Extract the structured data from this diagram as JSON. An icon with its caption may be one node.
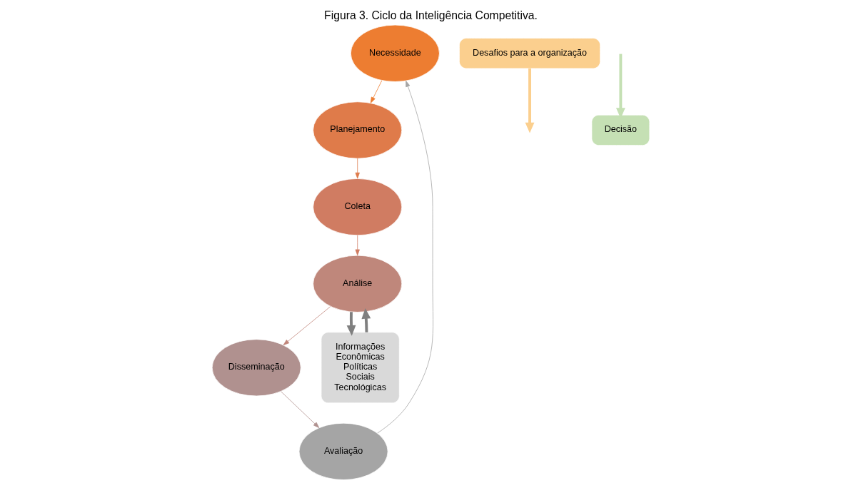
{
  "diagram": {
    "title": "Figura 3. Ciclo da Inteligência Competitiva.",
    "nodes": [
      {
        "text": [
          "Necessidade"
        ]
      },
      {
        "text": [
          "Planejamento"
        ]
      },
      {
        "text": [
          "Coleta"
        ]
      },
      {
        "text": [
          "Análise"
        ]
      },
      {
        "text": [
          "Disseminação"
        ]
      },
      {
        "text": [
          "Avaliação"
        ]
      },
      {
        "text": [
          "Desafios para a organização"
        ]
      },
      {
        "text": [
          "Decisão"
        ]
      },
      {
        "text": [
          "Informações",
          "Econômicas",
          "Políticas",
          "Sociais",
          "Tecnológicas"
        ]
      }
    ],
    "edges": [
      {
        "from": 0,
        "to": 1,
        "arrow": "to",
        "color": "#ed7d31"
      },
      {
        "from": 1,
        "to": 2,
        "arrow": "to",
        "color": "#df7b4a"
      },
      {
        "from": 2,
        "to": 3,
        "arrow": "to",
        "color": "#d07c62"
      },
      {
        "from": 3,
        "to": 4,
        "arrow": "to",
        "color": "#c0857a"
      },
      {
        "from": 4,
        "to": 5,
        "arrow": "to",
        "color": "#b0918f"
      },
      {
        "from": 5,
        "to": 0,
        "arrow": "to",
        "color": "#a5a5a5"
      },
      {
        "from": 6,
        "to": null,
        "arrow": "to",
        "style": "thick",
        "color": "#fbcf8e"
      },
      {
        "from": null,
        "to": 7,
        "arrow": "to",
        "style": "thick",
        "color": "#c5e0b4"
      },
      {
        "from": 8,
        "to": 3,
        "arrow": "to",
        "style": "thick",
        "color": "#7f7f7f"
      },
      {
        "from": 3,
        "to": 8,
        "arrow": "to",
        "style": "thick",
        "color": "#7f7f7f"
      }
    ]
  }
}
